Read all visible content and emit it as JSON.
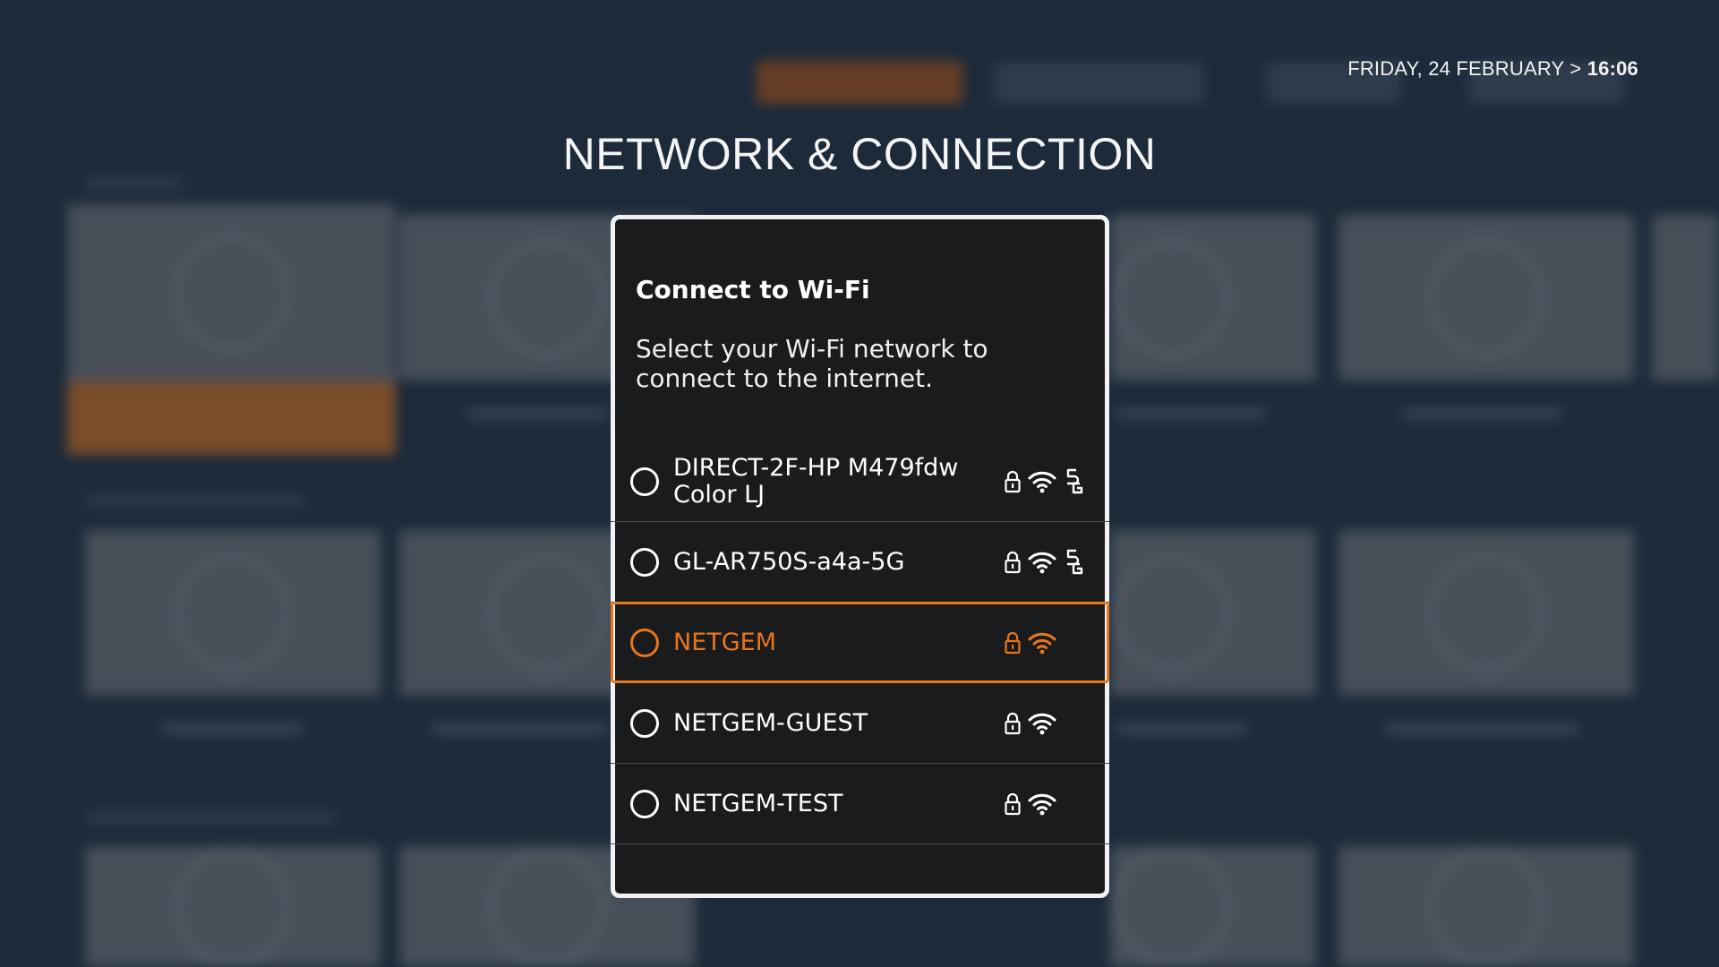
{
  "header": {
    "datetime_date": "FRIDAY, 24 FEBRUARY",
    "datetime_separator": ">",
    "datetime_time": "16:06",
    "page_title": "NETWORK & CONNECTION"
  },
  "dialog": {
    "title": "Connect to Wi-Fi",
    "subtitle": "Select your Wi-Fi network to connect to the internet.",
    "networks": [
      {
        "name": "DIRECT-2F-HP M479fdw Color LJ",
        "secured": true,
        "band_5g": true,
        "selected": false
      },
      {
        "name": "GL-AR750S-a4a-5G",
        "secured": true,
        "band_5g": true,
        "selected": false
      },
      {
        "name": "NETGEM",
        "secured": true,
        "band_5g": false,
        "selected": true
      },
      {
        "name": "NETGEM-GUEST",
        "secured": true,
        "band_5g": false,
        "selected": false
      },
      {
        "name": "NETGEM-TEST",
        "secured": true,
        "band_5g": false,
        "selected": false
      }
    ]
  },
  "icons": {
    "lock": "lock-icon",
    "wifi": "wifi-signal-icon",
    "band": "5g-band-icon",
    "radio": "radio-button-icon"
  },
  "colors": {
    "accent": "#e8761c",
    "dialog_bg": "#1a1b1d",
    "page_bg": "#1c2a3a",
    "text": "#ffffff"
  }
}
